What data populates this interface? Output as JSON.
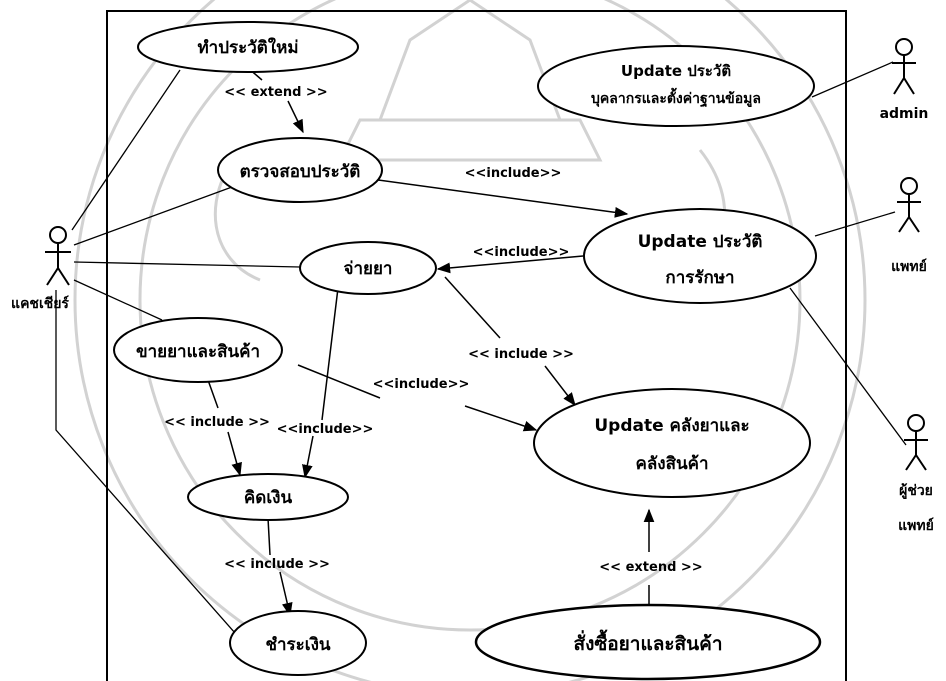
{
  "actors": {
    "cashier": "แคชเชียร์",
    "admin": "admin",
    "doctor": "แพทย์",
    "assistant_line1": "ผู้ช่วย",
    "assistant_line2": "แพทย์"
  },
  "use_cases": {
    "new_history": "ทำประวัติใหม่",
    "check_history": "ตรวจสอบประวัติ",
    "dispense": "จ่ายยา",
    "sell": "ขายยาและสินค้า",
    "calculate": "คิดเงิน",
    "pay": "ชำระเงิน",
    "update_staff_line1": "Update ประวัติ",
    "update_staff_line2": "บุคลากรและตั้งค่าฐานข้อมูล",
    "update_treatment_line1": "Update ประวัติ",
    "update_treatment_line2": "การรักษา",
    "update_stock_line1": "Update คลังยาและ",
    "update_stock_line2": "คลังสินค้า",
    "order": "สั่งซื้อยาและสินค้า"
  },
  "relations": {
    "extend_history": "<< extend >>",
    "include_check_treatment": "<<include>>",
    "include_dispense_treatment": "<<include>>",
    "include_dispense_stock": "<< include >>",
    "include_sell_stock": "<<include>>",
    "include_sell_calc": "<< include >>",
    "include_dispense_calc": "<<include>>",
    "include_calc_pay": "<< include >>",
    "extend_order": "<< extend >>"
  }
}
